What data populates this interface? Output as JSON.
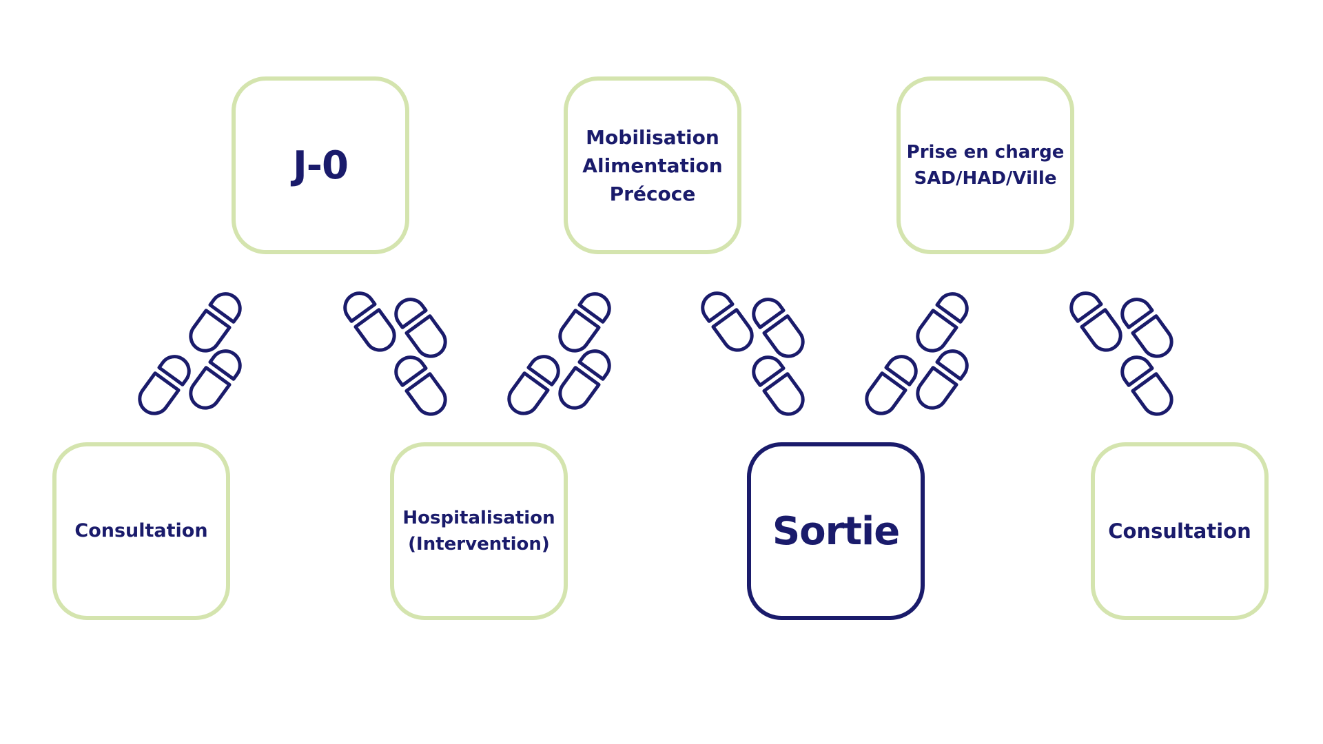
{
  "diagram": {
    "boxes": {
      "j0": {
        "lines": [
          "J-0"
        ]
      },
      "mobilisation": {
        "lines": [
          "Mobilisation",
          "Alimentation",
          "Précoce"
        ]
      },
      "prise_en_charge": {
        "lines": [
          "Prise en charge",
          "SAD/HAD/Ville"
        ]
      },
      "consultation_1": {
        "lines": [
          "Consultation"
        ]
      },
      "hospitalisation": {
        "lines": [
          "Hospitalisation",
          "(Intervention)"
        ]
      },
      "sortie": {
        "lines": [
          "Sortie"
        ]
      },
      "consultation_2": {
        "lines": [
          "Consultation"
        ]
      }
    },
    "connector_icon": "footprints-icon",
    "colors": {
      "box_border": "#d4e4ae",
      "highlight_border": "#1a1b6b",
      "text": "#1a1b6b"
    }
  }
}
